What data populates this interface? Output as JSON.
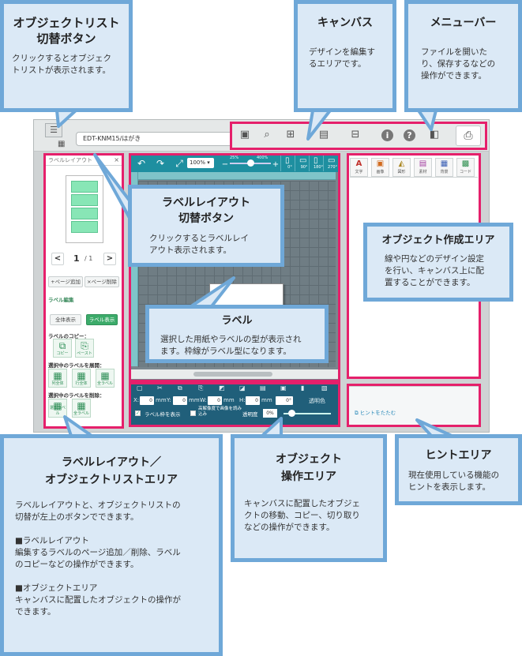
{
  "app": {
    "filename": "EDT-KNM15/はがき",
    "left_panel": {
      "title": "ラベルレイアウト",
      "close": "×",
      "page_current": "1",
      "page_total": "/ 1",
      "prev": "<",
      "next": ">",
      "add_page": "+ページ追加",
      "delete_page": "×ページ削除",
      "edit_section": "ラベル編集",
      "show_all": "全体表示",
      "show_label": "ラベル表示",
      "copy_section": "ラベルのコピー：",
      "copy": "コピー",
      "paste": "ペースト",
      "expand_section": "選択中のラベルを展開：",
      "expand_buttons": [
        "列全体",
        "行全体",
        "全ラベル"
      ],
      "delete_section": "選択中のラベルを削除：",
      "delete_buttons": [
        "選択ラベル",
        "全ラベル"
      ]
    },
    "canvas_toolbar": {
      "zoom": "100%",
      "zoom_min_label": "25%",
      "zoom_max_label": "400%",
      "rotations": [
        "0°",
        "90°",
        "180°",
        "270°"
      ]
    },
    "operation": {
      "fields": [
        "X:",
        "0",
        "mm",
        "Y:",
        "0",
        "mm",
        "W:",
        "0",
        "mm",
        "H:",
        "0",
        "mm",
        "0°"
      ],
      "transparent_color": "透明色",
      "label_frame": "ラベル枠を表示",
      "high_res": "高解像度で画像を読み込み",
      "transparency": "透明度",
      "transparency_value": "0%"
    },
    "object_tabs": [
      {
        "glyph": "A",
        "label": "文字",
        "color": "#c0302a"
      },
      {
        "glyph": "▣",
        "label": "画像",
        "color": "#d16a1e"
      },
      {
        "glyph": "◭",
        "label": "図形",
        "color": "#a9851e"
      },
      {
        "glyph": "▤",
        "label": "素材",
        "color": "#a23ea0"
      },
      {
        "glyph": "▦",
        "label": "背景",
        "color": "#3a5fb4"
      },
      {
        "glyph": "▩",
        "label": "コード",
        "color": "#2d8e4e"
      }
    ],
    "hint_collapse": "ヒントをたたむ"
  },
  "callouts": {
    "object_list_button": {
      "title_lines": [
        "オブジェクトリスト",
        "切替ボタン"
      ],
      "desc_lines": [
        "クリックするとオブジェク",
        "トリストが表示されます。"
      ]
    },
    "canvas": {
      "title_lines": [
        "キャンバス"
      ],
      "desc_lines": [
        "デザインを編集す",
        "るエリアです。"
      ]
    },
    "menubar": {
      "title_lines": [
        "メニューバー"
      ],
      "desc_lines": [
        "ファイルを開いた",
        "り、保存するなどの",
        "操作ができます。"
      ]
    },
    "label_layout_button": {
      "title_lines": [
        "ラベルレイアウト",
        "切替ボタン"
      ],
      "desc_lines": [
        "クリックするとラベルレイ",
        "アウト表示されます。"
      ]
    },
    "object_creation": {
      "title_lines": [
        "オブジェクト作成エリア"
      ],
      "desc_lines": [
        "線や円などのデザイン設定",
        "を行い、キャンバス上に配",
        "置することができます。"
      ]
    },
    "label": {
      "title_lines": [
        "ラベル"
      ],
      "desc_lines": [
        "選択した用紙やラベルの型が表示され",
        "ます。枠線がラベル型になります。"
      ]
    },
    "layout_list_area": {
      "title_lines": [
        "ラベルレイアウト／",
        "オブジェクトリストエリア"
      ],
      "desc_lines": [
        "ラベルレイアウトと、オブジェクトリストの",
        "切替が左上のボタンでできます。",
        "",
        "■ラベルレイアウト",
        "編集するラベルのページ追加／削除、ラベル",
        "のコピーなどの操作ができます。",
        "",
        "■オブジェクトエリア",
        "キャンバスに配置したオブジェクトの操作が",
        "できます。"
      ]
    },
    "operation_area": {
      "title_lines": [
        "オブジェクト",
        "操作エリア"
      ],
      "desc_lines": [
        "キャンバスに配置したオブジェ",
        "クトの移動、コピー、切り取り",
        "などの操作ができます。"
      ]
    },
    "hint_area": {
      "title_lines": [
        "ヒントエリア"
      ],
      "desc_lines": [
        "現在使用している機能の",
        "ヒントを表示します。"
      ]
    }
  },
  "icons": {
    "menu_button": "list-toggle-icon",
    "layout_button": "grid-layout-icon",
    "menubar": [
      "save-icon",
      "preview-icon",
      "new-file-icon",
      "open-file-icon",
      "add-template-icon",
      "info-icon",
      "help-icon",
      "exit-icon",
      "printer-icon"
    ],
    "canvas_toolbar": [
      "undo-icon",
      "redo-icon",
      "fit-icon"
    ]
  },
  "colors": {
    "callout_fill": "#dbe9f6",
    "callout_border": "#6fa8d8",
    "highlight_border": "#e5206b",
    "canvas_toolbar": "#1e8fa0",
    "operation_bg": "#205f7a",
    "accent_green": "#3cab6a"
  }
}
